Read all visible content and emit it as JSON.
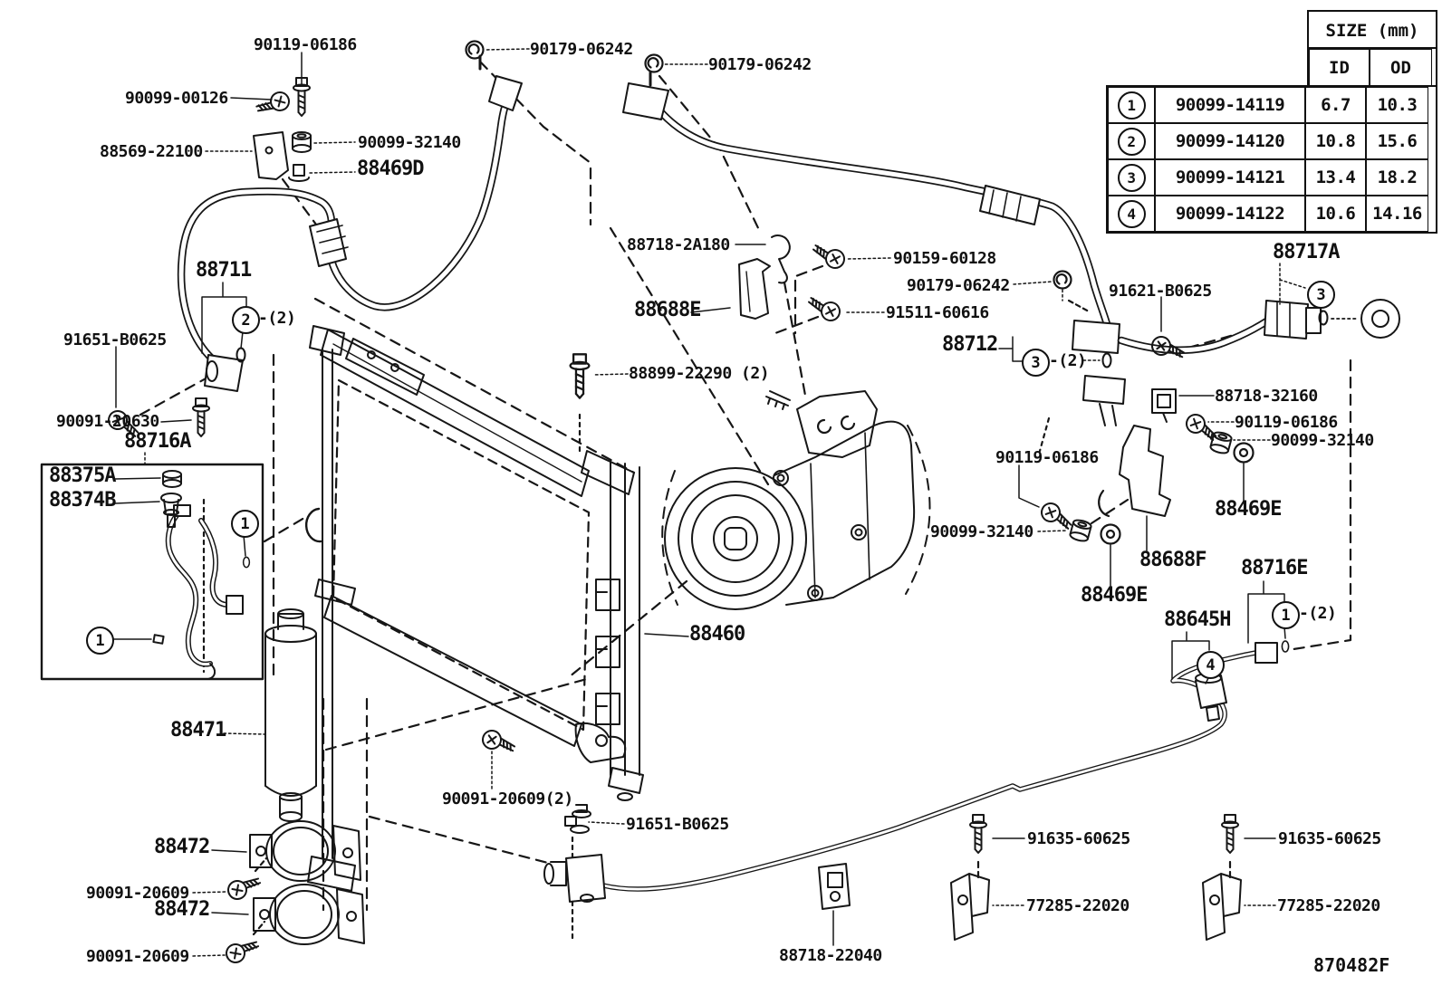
{
  "size_table": {
    "title": "SIZE (mm)",
    "col_id": "ID",
    "col_od": "OD",
    "rows": [
      {
        "num": "1",
        "part": "90099-14119",
        "id": "6.7",
        "od": "10.3"
      },
      {
        "num": "2",
        "part": "90099-14120",
        "id": "10.8",
        "od": "15.6"
      },
      {
        "num": "3",
        "part": "90099-14121",
        "id": "13.4",
        "od": "18.2"
      },
      {
        "num": "4",
        "part": "90099-14122",
        "id": "10.6",
        "od": "14.16"
      }
    ]
  },
  "callouts": {
    "n1": "1",
    "n2": "2",
    "n3": "3",
    "n4": "4"
  },
  "labels": {
    "a1": "90119-06186",
    "a2": "90099-00126",
    "a3": "88569-22100",
    "a4": "90099-32140",
    "a5": "88469D",
    "a6": "90179-06242",
    "a7": "90179-06242",
    "a8": "88711",
    "a9": "-(2)",
    "a10": "91651-B0625",
    "a11": "90091-20630",
    "a12": "88716A",
    "a13": "88375A",
    "a14": "88374B",
    "a15": "88718-2A180",
    "a16": "90159-60128",
    "a17": "90179-06242",
    "a18": "91511-60616",
    "a19": "88688E",
    "a20": "88899-22290 (2)",
    "a21": "88712",
    "a22": "-(2)",
    "a23": "91621-B0625",
    "a24": "88717A",
    "a25": "88718-32160",
    "a26": "90119-06186",
    "a27": "90099-32140",
    "a28": "90119-06186",
    "a29": "88469E",
    "a30": "90099-32140",
    "a31": "88688F",
    "a32": "88469E",
    "a33": "88716E",
    "a34": "88645H",
    "a35": "-(2)",
    "a36": "88460",
    "a37": "88471",
    "a38": "88472",
    "a39": "90091-20609",
    "a40": "88472",
    "a41": "90091-20609",
    "a42": "90091-20609(2)",
    "a43": "91651-B0625",
    "a44": "88718-22040",
    "a45": "91635-60625",
    "a46": "77285-22020",
    "a47": "91635-60625",
    "a48": "77285-22020"
  },
  "drawing_code": "870482F"
}
